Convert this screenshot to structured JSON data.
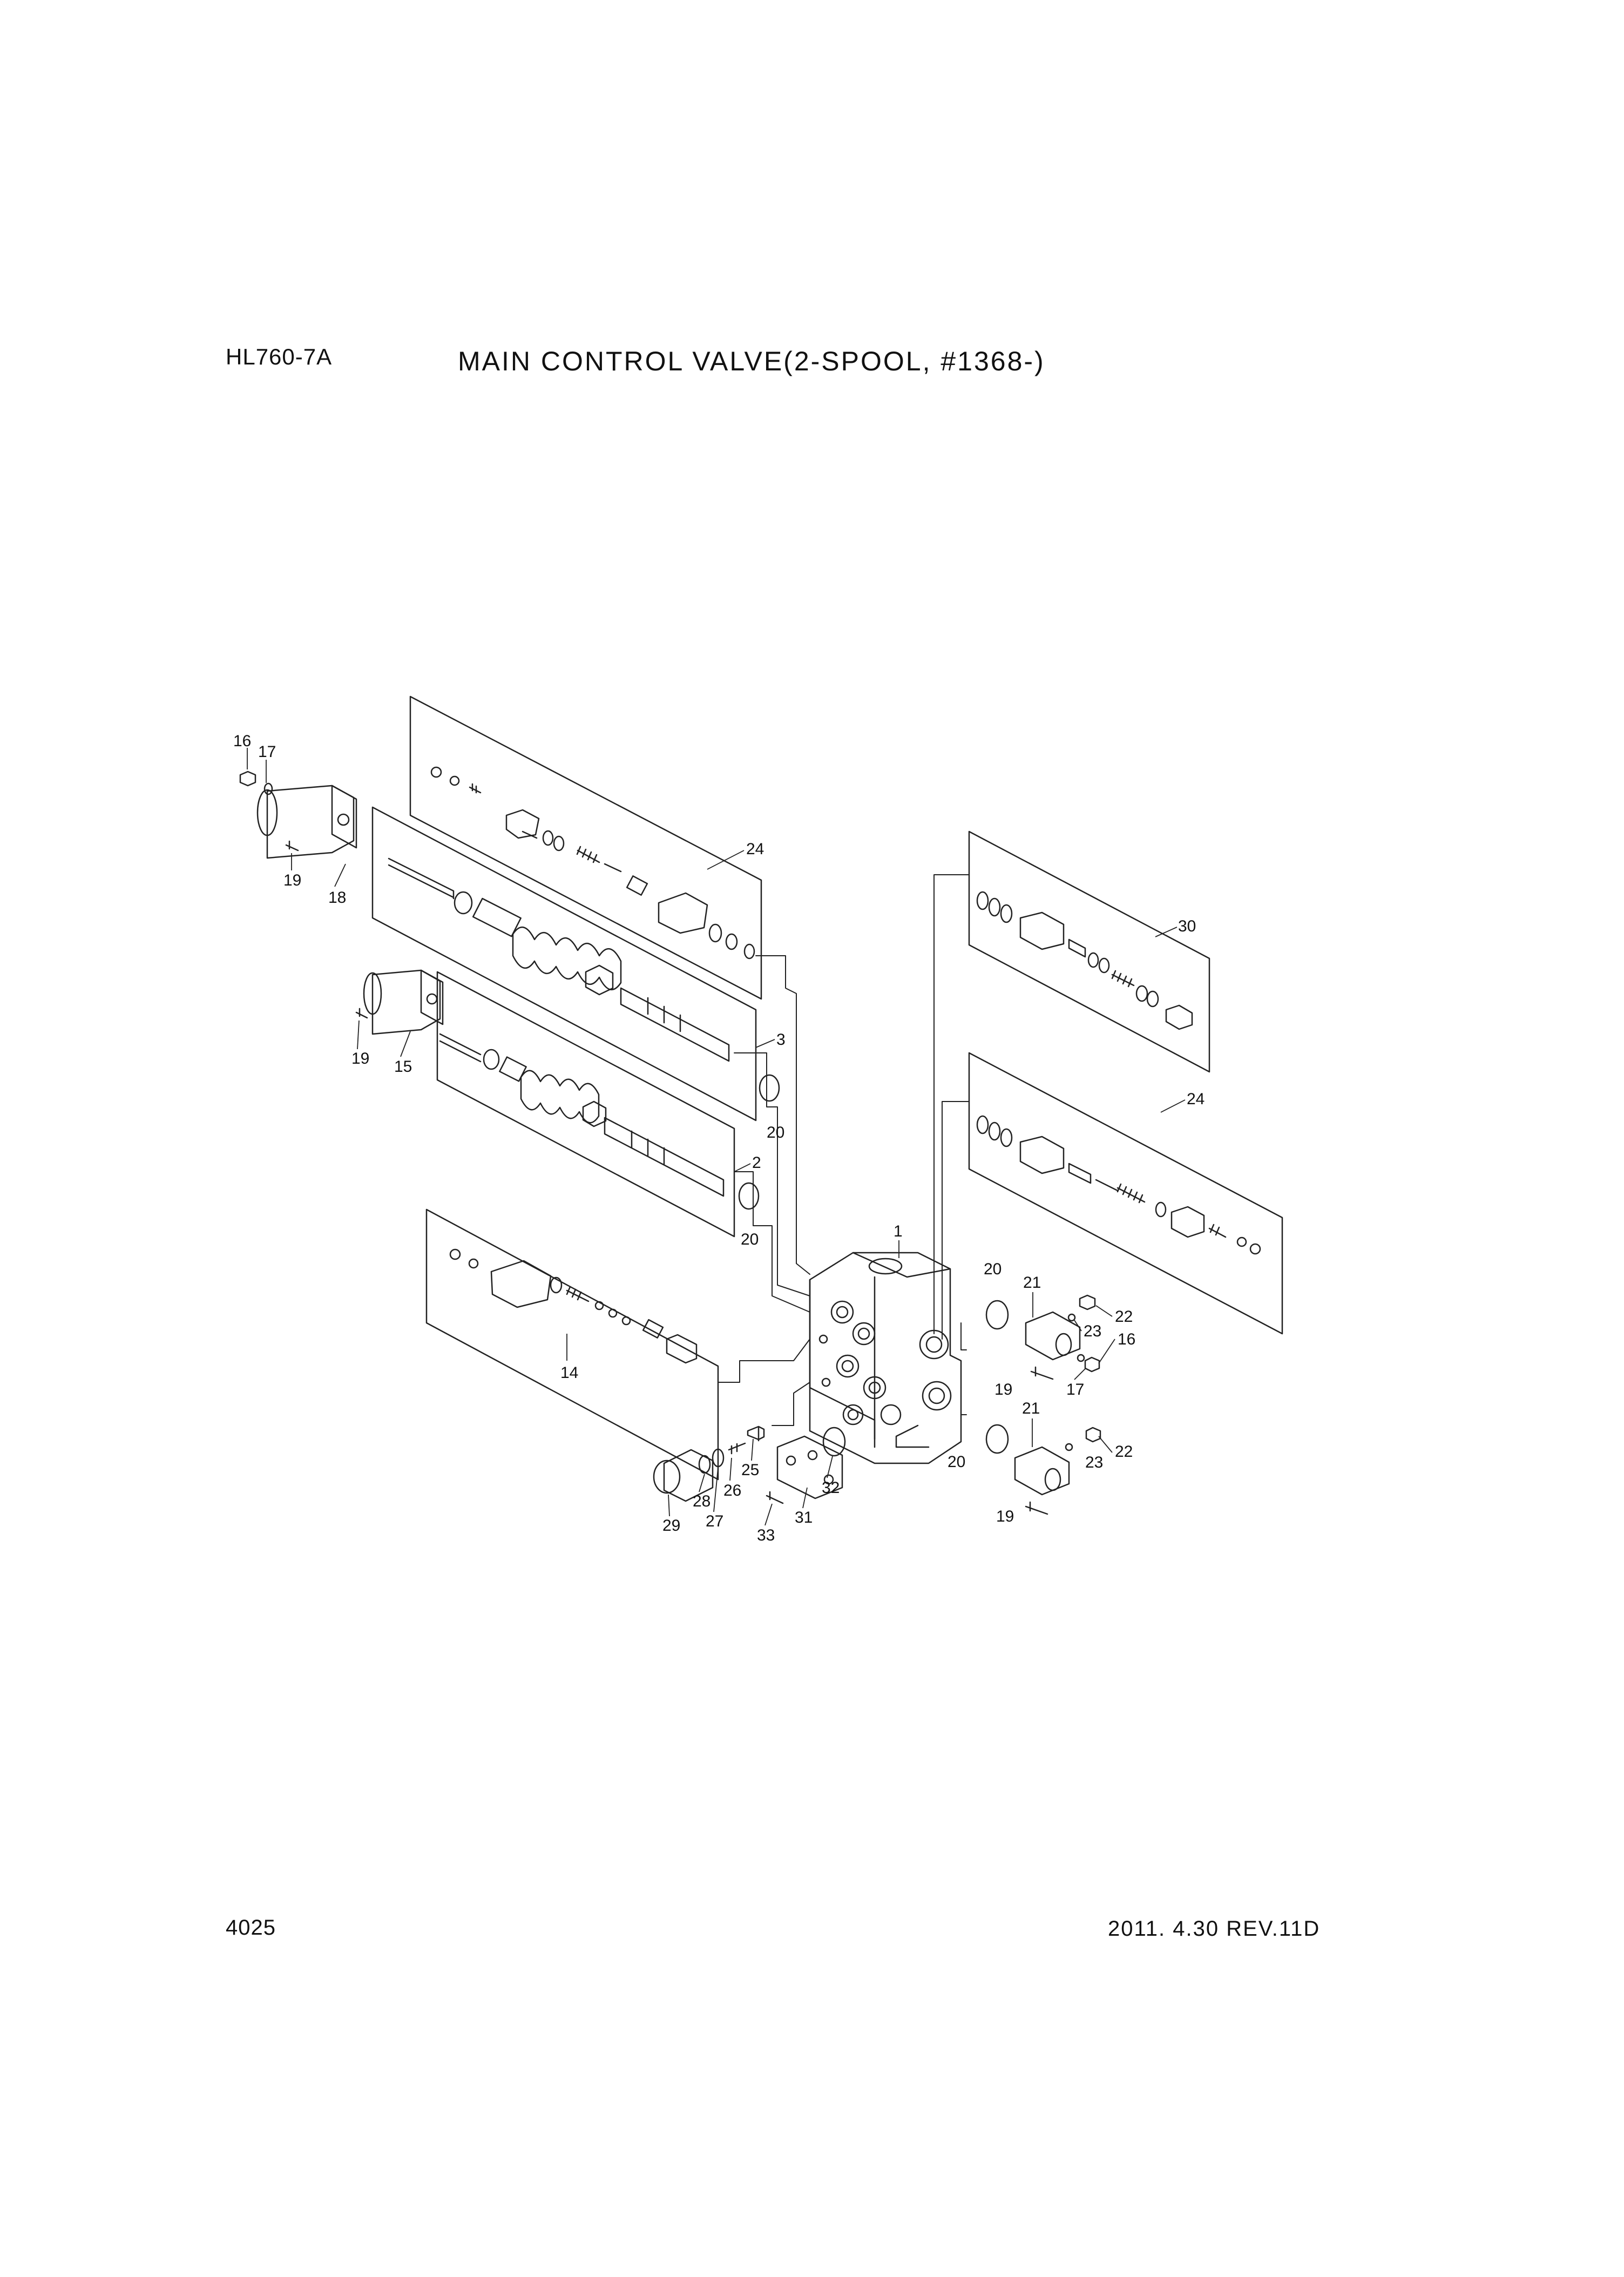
{
  "header": {
    "model": "HL760-7A",
    "title": "MAIN CONTROL VALVE(2-SPOOL, #1368-)"
  },
  "footer": {
    "page": "4025",
    "revision": "2011. 4.30 REV.11D"
  },
  "callouts": {
    "c16a": "16",
    "c17a": "17",
    "c19a": "19",
    "c18": "18",
    "c24a": "24",
    "c3": "3",
    "c19b": "19",
    "c15": "15",
    "c20a": "20",
    "c2": "2",
    "c20b": "20",
    "c14": "14",
    "c1": "1",
    "c30": "30",
    "c24b": "24",
    "c20c": "20",
    "c21a": "21",
    "c22a": "22",
    "c23a": "23",
    "c16b": "16",
    "c17b": "17",
    "c19c": "19",
    "c20d": "20",
    "c21b": "21",
    "c22b": "22",
    "c23b": "23",
    "c19d": "19",
    "c25": "25",
    "c26": "26",
    "c28": "28",
    "c27": "27",
    "c29": "29",
    "c32": "32",
    "c31": "31",
    "c33": "33"
  }
}
